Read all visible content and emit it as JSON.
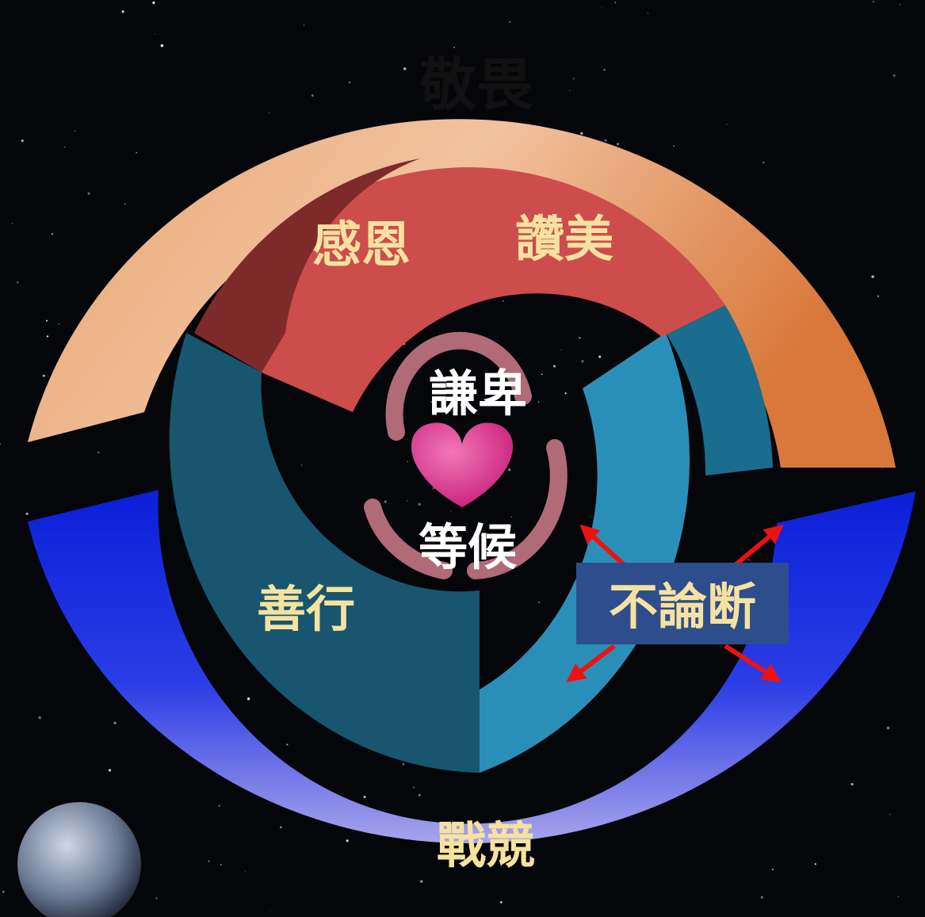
{
  "labels": {
    "awe": "敬畏",
    "gratitude": "感恩",
    "praise": "讚美",
    "humility": "謙卑",
    "waiting": "等候",
    "good_deeds": "善行",
    "no_judging": "不論断",
    "trembling": "戰競"
  },
  "colors": {
    "space": "#05060a",
    "awe_light": "#f2c09a",
    "awe_dark": "#d9783a",
    "praise_red": "#cd4c4c",
    "gratitude_dark_red": "#7e2a2a",
    "teal_dark": "#17566e",
    "teal_light": "#2a8fb8",
    "blue_top": "#0a1fd8",
    "blue_bottom": "#9a9ae8",
    "heart": "#dd3a94",
    "swirl": "#b06a78",
    "gold_text": "#f6e2a0",
    "box_fill": "#2e4d8c",
    "arrow": "#ee1111"
  }
}
